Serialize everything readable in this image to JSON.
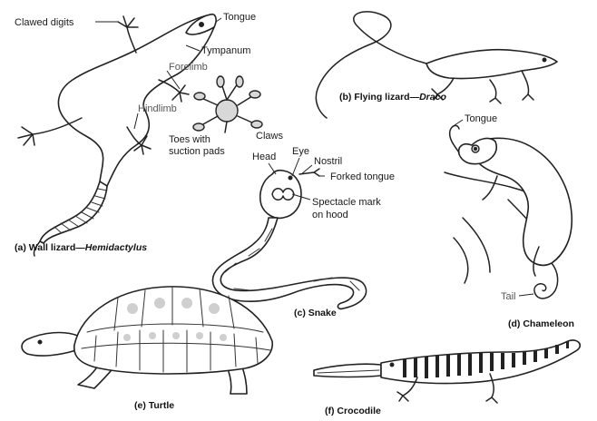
{
  "captions": {
    "a_prefix": "(a) Wall lizard—",
    "a_genus": "Hemidactylus",
    "b_prefix": "(b) Flying lizard—",
    "b_genus": "Draco",
    "c": "(c) Snake",
    "d": "(d) Chameleon",
    "e": "(e) Turtle",
    "f": "(f) Crocodile"
  },
  "labels": {
    "clawed_digits": "Clawed digits",
    "tongue_lizard": "Tongue",
    "tympanum": "Tympanum",
    "forelimb": "Forelimb",
    "hindlimb": "Hindlimb",
    "toes_line1": "Toes with",
    "toes_line2": "suction pads",
    "claws": "Claws",
    "head": "Head",
    "eye": "Eye",
    "nostril": "Nostril",
    "forked_tongue": "Forked tongue",
    "spectacle_line1": "Spectacle mark",
    "spectacle_line2": "on hood",
    "tongue_chameleon": "Tongue",
    "tail": "Tail"
  }
}
